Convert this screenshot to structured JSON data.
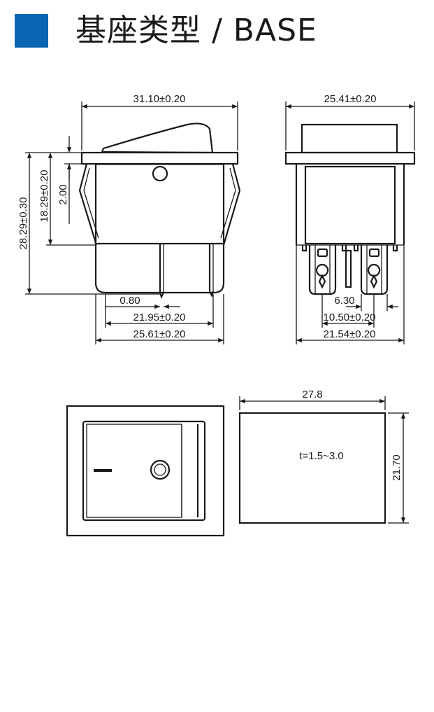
{
  "header": {
    "title": "基座类型 / BASE",
    "accent_color": "#0a64b4",
    "marker_icon": "blue-square-icon"
  },
  "dimensions": {
    "front_width": "31.10±0.20",
    "front_height_total": "28.29±0.30",
    "front_height_body": "18.29±0.20",
    "flange_thickness": "2.00",
    "terminal_thickness": "0.80",
    "terminal_span": "21.95±0.20",
    "body_width": "25.61±0.20",
    "side_width": "25.41±0.20",
    "terminal_width": "6.30",
    "terminal_pitch": "10.50±0.20",
    "side_body_width": "21.54±0.20",
    "cutout_width": "27.8",
    "cutout_height": "21.70",
    "panel_thickness": "t=1.5~3.0"
  },
  "symbols": {
    "on_mark": "I",
    "off_mark": "O"
  }
}
